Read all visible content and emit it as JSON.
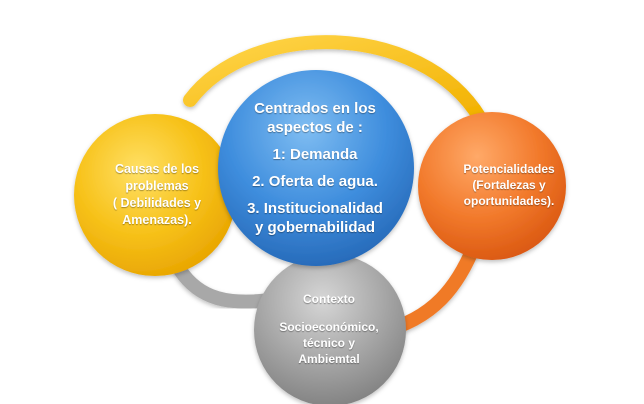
{
  "nodes": {
    "left": {
      "lines": [
        "Causas de los",
        "problemas",
        "( Debilidades y",
        "Amenazas)."
      ],
      "color": "#F5B800"
    },
    "center": {
      "heading": [
        "Centrados en los",
        "aspectos de :"
      ],
      "items": [
        "1: Demanda",
        "2. Oferta de agua.",
        "3. Institucionalidad",
        "y gobernabilidad"
      ],
      "color": "#3E8DDD"
    },
    "right": {
      "lines": [
        "Potencialidades",
        "(Fortalezas y",
        "oportunidades)."
      ],
      "color": "#F0691E"
    },
    "bottom": {
      "title": "Contexto",
      "lines": [
        "Socioeconómico,",
        "técnico  y",
        "Ambiemtal"
      ],
      "color": "#9C9C9C"
    }
  },
  "ring": {
    "colors": [
      "#F5B800",
      "#F0691E",
      "#9C9C9C"
    ]
  }
}
